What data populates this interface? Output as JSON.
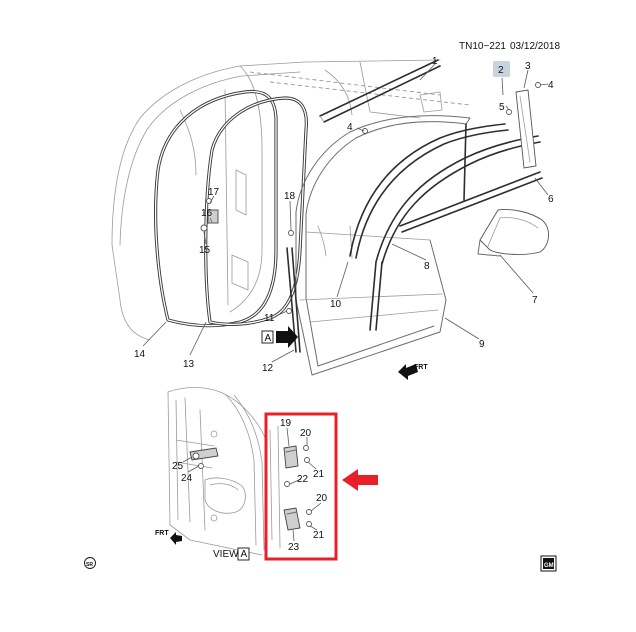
{
  "header": {
    "code": "TN10~221",
    "date": "03/12/2018"
  },
  "callouts": [
    "1",
    "2",
    "3",
    "4",
    "4",
    "5",
    "6",
    "7",
    "8",
    "9",
    "10",
    "11",
    "12",
    "13",
    "14",
    "15",
    "16",
    "17",
    "18",
    "19",
    "20",
    "21",
    "22",
    "20",
    "21",
    "23",
    "24",
    "25"
  ],
  "labels": {
    "view_box_letter": "A",
    "view_prefix": "VIEW",
    "view_letter": "A",
    "frt_upper": "FRT",
    "frt_lower": "FRT"
  },
  "marks": {
    "logo_text": "GM",
    "code_mark": "SR"
  },
  "colors": {
    "highlight": "#e8202a",
    "callout_2_box": "#c9d3df"
  }
}
